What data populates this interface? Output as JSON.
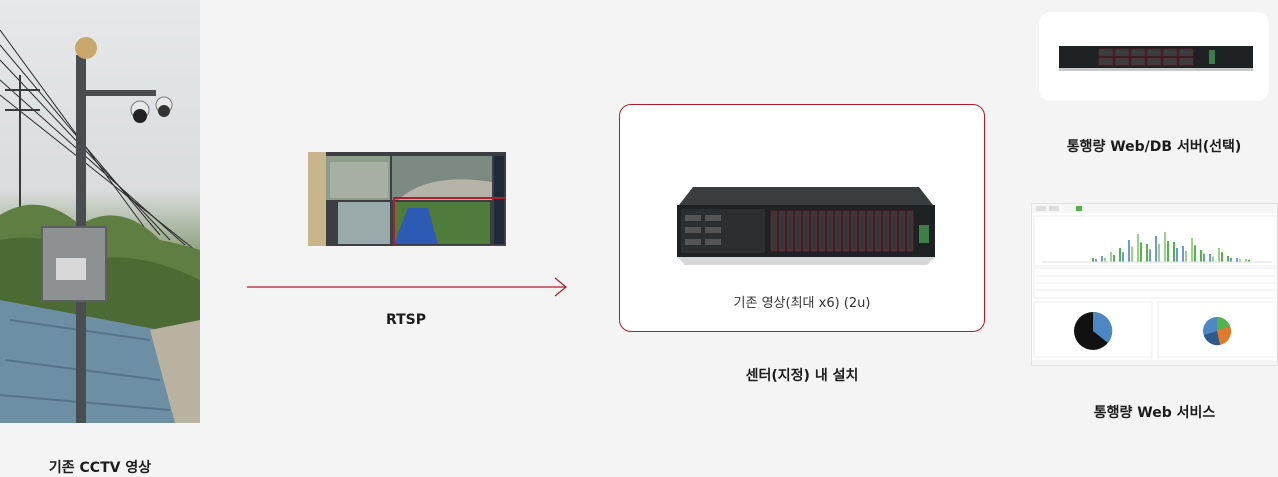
{
  "labels": {
    "existing_cctv": "기존 CCTV 영상",
    "rtsp": "RTSP",
    "center_install": "센터(지정) 내 설치",
    "center_caption": "기존 영상(최대 x6) (2u)",
    "web_db_server": "통행량 Web/DB 서버(선택)",
    "web_service": "통행량 Web 서비스"
  },
  "colors": {
    "accent": "#b01c2e",
    "background": "#f4f4f4"
  },
  "icons": {
    "cctv_photo": "cctv-pole-photo",
    "video": "video-feed-thumbnail",
    "server": "rack-server-2u",
    "dashboard": "traffic-dashboard-screenshot"
  }
}
